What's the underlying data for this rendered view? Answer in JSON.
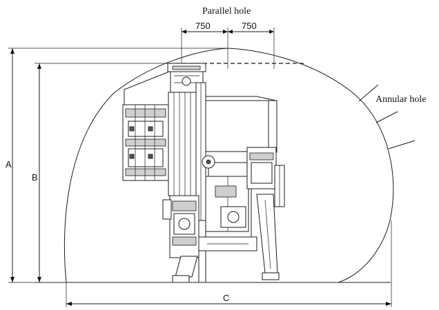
{
  "labels": {
    "parallel_hole": "Parallel hole",
    "annular_hole": "Annular hole",
    "dim_left": "750",
    "dim_right": "750",
    "dim_a": "A",
    "dim_b": "B",
    "dim_c": "C"
  }
}
